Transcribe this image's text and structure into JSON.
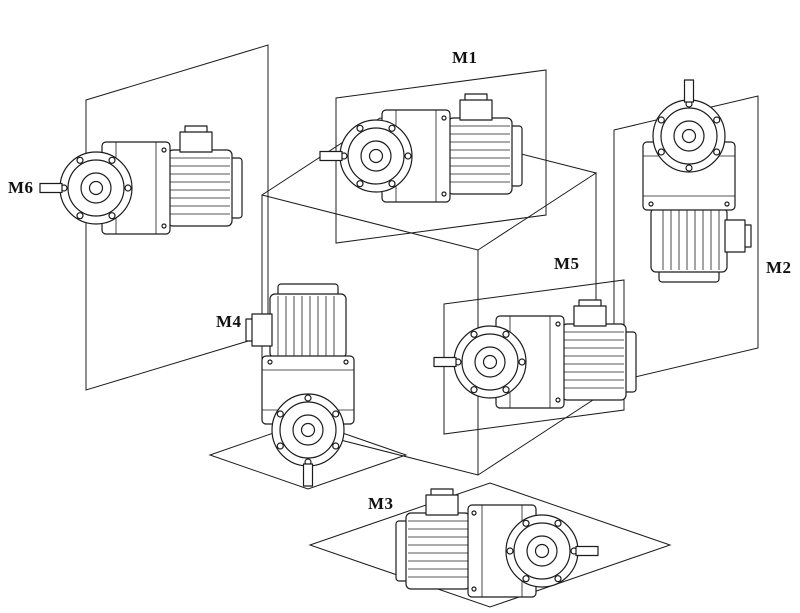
{
  "diagram": {
    "background_color": "#ffffff",
    "line_color": "#1c1c1c",
    "labels": [
      {
        "id": "m1",
        "text": "M1"
      },
      {
        "id": "m2",
        "text": "M2"
      },
      {
        "id": "m3",
        "text": "M3"
      },
      {
        "id": "m4",
        "text": "M4"
      },
      {
        "id": "m5",
        "text": "M5"
      },
      {
        "id": "m6",
        "text": "M6"
      }
    ]
  }
}
